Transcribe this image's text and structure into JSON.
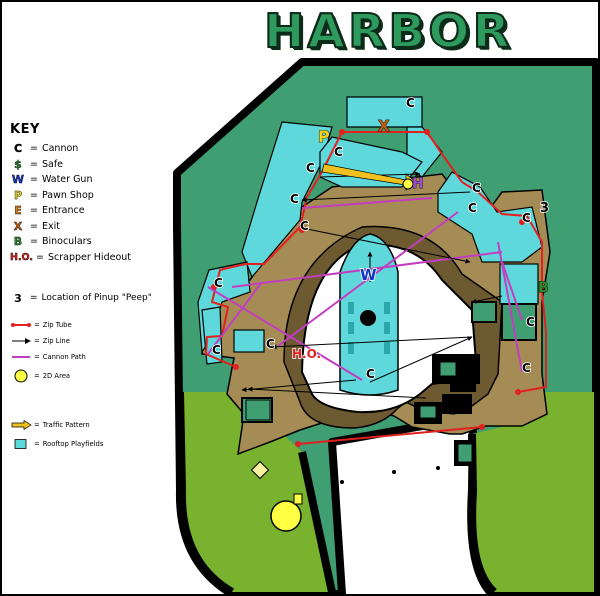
{
  "title": "HARBOR",
  "key": {
    "heading": "KEY",
    "items": [
      {
        "symbol": "C",
        "color": "#000000",
        "label": "Cannon"
      },
      {
        "symbol": "$",
        "color": "#2e8b2e",
        "label": "Safe"
      },
      {
        "symbol": "W",
        "color": "#1433c8",
        "label": "Water Gun"
      },
      {
        "symbol": "P",
        "color": "#e8d020",
        "label": "Pawn Shop"
      },
      {
        "symbol": "E",
        "color": "#e07a10",
        "label": "Entrance"
      },
      {
        "symbol": "X",
        "color": "#c05a10",
        "label": "Exit"
      },
      {
        "symbol": "B",
        "color": "#2e8b2e",
        "label": "Binoculars"
      },
      {
        "symbol": "H.O.",
        "color": "#e02020",
        "label": "Scrapper Hideout"
      }
    ]
  },
  "peep": {
    "symbol": "3",
    "label": "Location of Pinup \"Peep\""
  },
  "legend": [
    {
      "kind": "zip-tube",
      "label": "Zip Tube"
    },
    {
      "kind": "zip-line",
      "label": "Zip Line"
    },
    {
      "kind": "cannon-path",
      "label": "Cannon Path"
    },
    {
      "kind": "2d-area",
      "label": "2D Area"
    }
  ],
  "legend_extra": [
    {
      "kind": "traffic-pattern",
      "label": "Traffic Pattern"
    },
    {
      "kind": "rooftop-playfields",
      "label": "Rooftop Playfields"
    }
  ],
  "map_labels": {
    "pawn": "P",
    "exit": "X",
    "heli": "H",
    "peep": "3",
    "binoculars": "B",
    "water_gun": "W",
    "hideout": "H.O."
  },
  "colors": {
    "ground_green_dark": "#3f9f73",
    "ground_green_light": "#79b22f",
    "rooftop": "#5fd8dc",
    "dirt": "#a58c55",
    "zip_tube": "#e22020",
    "cannon_path": "#c23ec0",
    "area_2d": "#ffff44",
    "traffic": "#f0c020"
  }
}
